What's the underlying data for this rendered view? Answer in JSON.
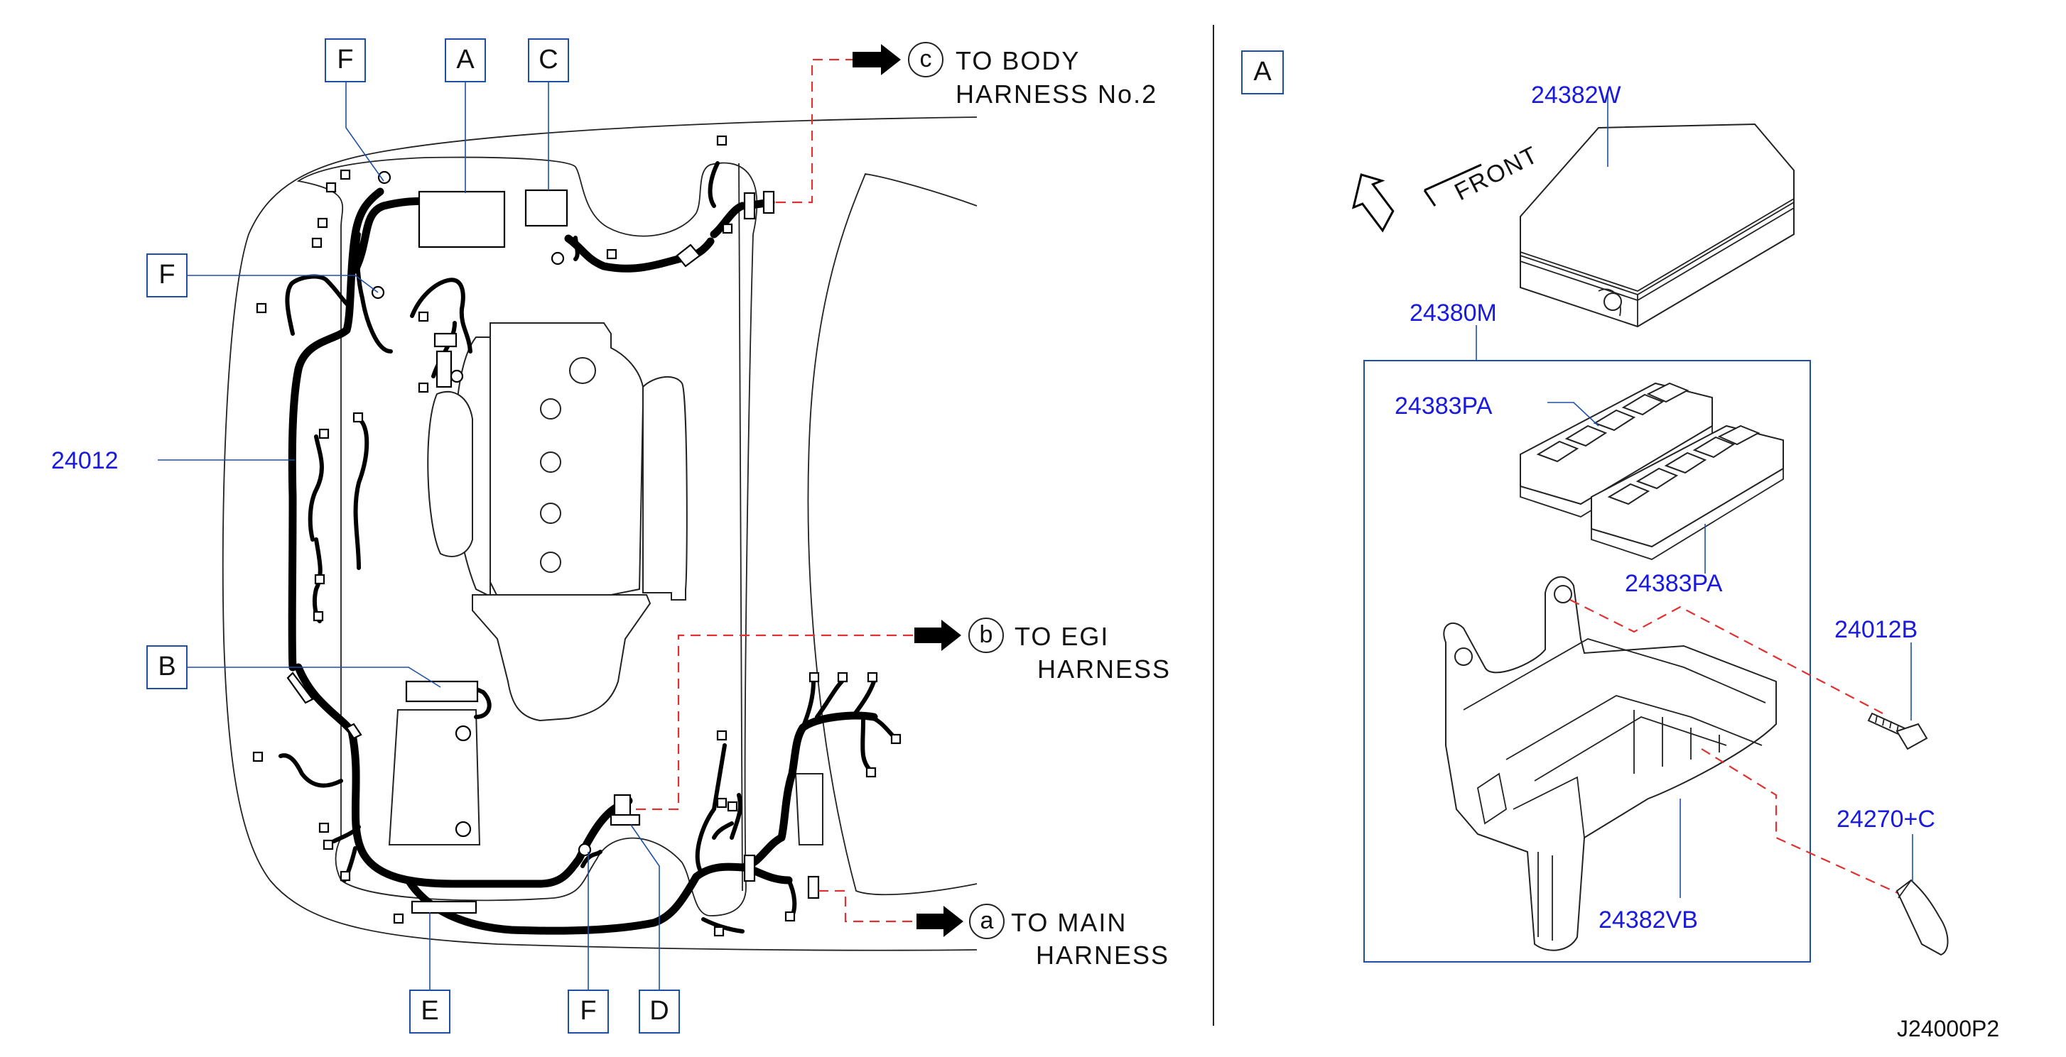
{
  "diagram": {
    "callouts": [
      "F",
      "A",
      "C",
      "F",
      "B",
      "E",
      "F",
      "D"
    ],
    "detail_label": "A",
    "part_numbers": {
      "harness": "24012",
      "cover": "24382W",
      "box_assembly": "24380M",
      "holder_upper": "24383PA",
      "holder_lower": "24383PA",
      "bolt": "24012B",
      "clip": "24270+C",
      "box_body": "24382VB"
    },
    "connections": {
      "c": {
        "marker": "c",
        "line1": "TO  BODY",
        "line2": "HARNESS  No.2"
      },
      "b": {
        "marker": "b",
        "line1": "TO  EGI",
        "line2": "HARNESS"
      },
      "a": {
        "marker": "a",
        "line1": "TO  MAIN",
        "line2": "HARNESS"
      }
    },
    "front_label": "FRONT",
    "drawing_id": "J24000P2"
  }
}
